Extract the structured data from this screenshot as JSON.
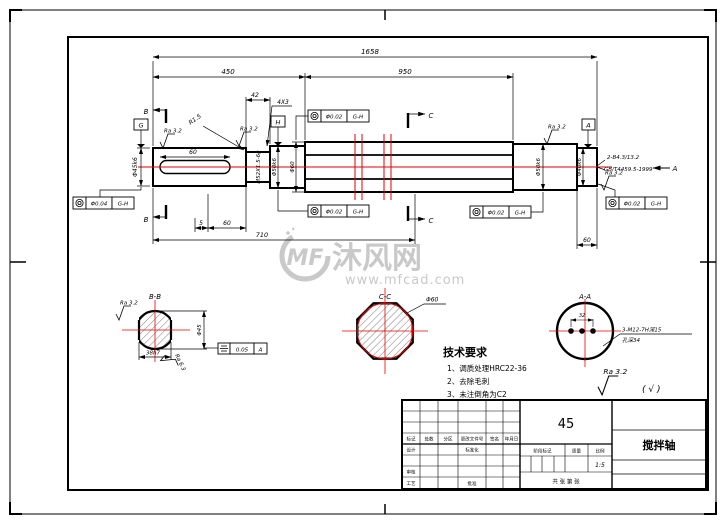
{
  "page": {
    "background": "#ffffff",
    "line_color": "#000000",
    "centerline_color": "#e60000",
    "watermark_color": "#c9c9c9"
  },
  "watermark": {
    "logo_text": "MF",
    "site_name": "沐风网",
    "site_url": "www.mfcad.com"
  },
  "main_view": {
    "dims": {
      "overall_length": "1658",
      "left_length": "450",
      "mid_length": "950",
      "thread_length": "42",
      "relief_groove": "4X3",
      "fillet_radius": "R1.5",
      "keyway_length": "60",
      "step_5": "5",
      "step_60": "60",
      "cum_710": "710",
      "right_end_60": "60",
      "dia_left_end": "Φ45k6",
      "thread_spec": "M52X1.5-6g",
      "dia_left_journal": "Φ50k6",
      "dia_body": "Φ60",
      "dia_right_journal": "Φ50k6",
      "dia_right_end": "Φ40k6"
    },
    "center_holes_note_1": "2-B4.3/13.2",
    "center_holes_note_2": "GB/T4459.5-1999",
    "view_arrow_label": "A",
    "section_cut_b": "B",
    "section_cut_c": "C",
    "datum_g": "G",
    "datum_h": "H",
    "datum_a": "A"
  },
  "tolerance_frames": {
    "f1_value": "Φ0.04",
    "f1_datum": "G-H",
    "f2_value": "Φ0.02",
    "f2_datum": "G-H",
    "f3_value": "Φ0.02",
    "f3_datum": "G-H",
    "f4_value": "Φ0.02",
    "f4_datum": "G-H",
    "f5_value": "Φ0.02",
    "f5_datum": "G-H",
    "sym_value": "0.05",
    "sym_datum": "A"
  },
  "surface_finish": {
    "ra_32": "Ra 3.2",
    "ra_63": "Ra 6.3",
    "general": "Ra 3.2",
    "general_rest": "( √ )"
  },
  "sections": {
    "bb_label": "B-B",
    "bb_width": "38h7",
    "bb_dia": "Φ45",
    "cc_label": "C-C",
    "cc_dia": "Φ60",
    "aa_label": "A-A",
    "aa_holes": "3-M12-7H深15",
    "aa_depth": "孔深34",
    "aa_pitch": "32"
  },
  "tech_requirements": {
    "title": "技术要求",
    "item_1": "1、调质处理HRC22-36",
    "item_2": "2、去除毛刺",
    "item_3": "3、未注倒角为C2"
  },
  "title_block": {
    "material": "45",
    "part_name": "搅拌轴",
    "scale_value": "1:5",
    "sheet_info": "共 张 第 张",
    "col_mark": "标记",
    "col_count": "处数",
    "col_zone": "分区",
    "col_file": "更改文件号",
    "col_sign": "签名",
    "col_date": "年月日",
    "row_design": "设计",
    "row_standard": "标准化",
    "row_check": "审核",
    "row_process": "工艺",
    "row_approve": "批准",
    "hdr_stage": "阶段标记",
    "hdr_weight": "质量",
    "hdr_scale": "比例"
  }
}
